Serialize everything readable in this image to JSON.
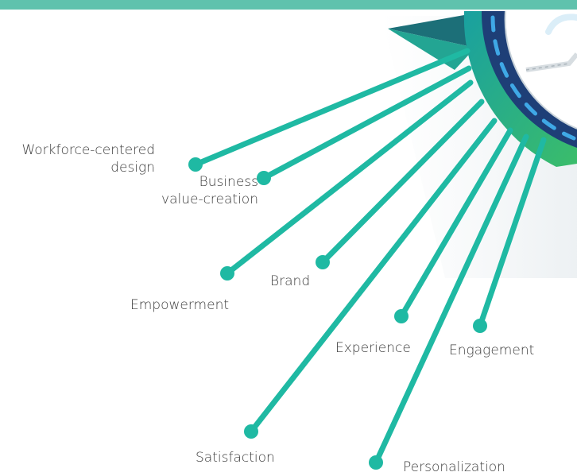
{
  "diagram": {
    "labels": {
      "workforce_line1": "Workforce-centered",
      "workforce_line2": "design",
      "business_line1": "Business",
      "business_line2": "value-creation",
      "empowerment": "Empowerment",
      "brand": "Brand",
      "experience": "Experience",
      "engagement": "Engagement",
      "satisfaction": "Satisfaction",
      "personalization": "Personalization"
    },
    "colors": {
      "spoke": "#1fb9a3",
      "stripe": "#5fc2ad",
      "ring_dark": "#1e3f77",
      "ring_green": "#2aa873",
      "dash": "#3fa8e6",
      "text": "#3c3c3c"
    }
  }
}
